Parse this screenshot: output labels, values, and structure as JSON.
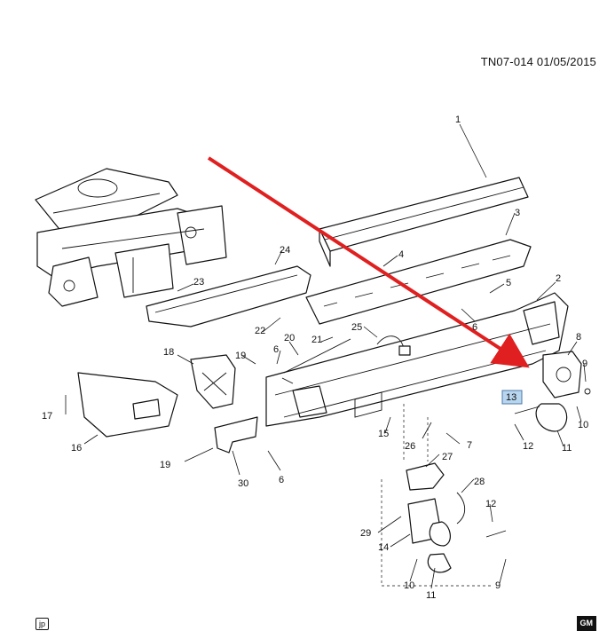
{
  "doc_ref": "TN07-014  01/05/2015",
  "callouts": [
    {
      "id": "c1",
      "label": "1"
    },
    {
      "id": "c2",
      "label": "2"
    },
    {
      "id": "c3",
      "label": "3"
    },
    {
      "id": "c4",
      "label": "4"
    },
    {
      "id": "c5",
      "label": "5"
    },
    {
      "id": "c6a",
      "label": "6"
    },
    {
      "id": "c6b",
      "label": "6"
    },
    {
      "id": "c6c",
      "label": "6"
    },
    {
      "id": "c7",
      "label": "7"
    },
    {
      "id": "c8",
      "label": "8"
    },
    {
      "id": "c9a",
      "label": "9"
    },
    {
      "id": "c9b",
      "label": "9"
    },
    {
      "id": "c10a",
      "label": "10"
    },
    {
      "id": "c10b",
      "label": "10"
    },
    {
      "id": "c11a",
      "label": "11"
    },
    {
      "id": "c11b",
      "label": "11"
    },
    {
      "id": "c12a",
      "label": "12"
    },
    {
      "id": "c12b",
      "label": "12"
    },
    {
      "id": "c13",
      "label": "13"
    },
    {
      "id": "c14",
      "label": "14"
    },
    {
      "id": "c15",
      "label": "15"
    },
    {
      "id": "c16",
      "label": "16"
    },
    {
      "id": "c17",
      "label": "17"
    },
    {
      "id": "c18",
      "label": "18"
    },
    {
      "id": "c19a",
      "label": "19"
    },
    {
      "id": "c19b",
      "label": "19"
    },
    {
      "id": "c20",
      "label": "20"
    },
    {
      "id": "c21",
      "label": "21"
    },
    {
      "id": "c22",
      "label": "22"
    },
    {
      "id": "c23",
      "label": "23"
    },
    {
      "id": "c24",
      "label": "24"
    },
    {
      "id": "c25",
      "label": "25"
    },
    {
      "id": "c26",
      "label": "26"
    },
    {
      "id": "c27",
      "label": "27"
    },
    {
      "id": "c28",
      "label": "28"
    },
    {
      "id": "c29",
      "label": "29"
    },
    {
      "id": "c30",
      "label": "30"
    }
  ],
  "highlighted_callout": "13",
  "arrow_color": "#e02020",
  "highlight_color": "#b9d6ef",
  "badges": {
    "jp": "jp",
    "gm": "GM"
  }
}
